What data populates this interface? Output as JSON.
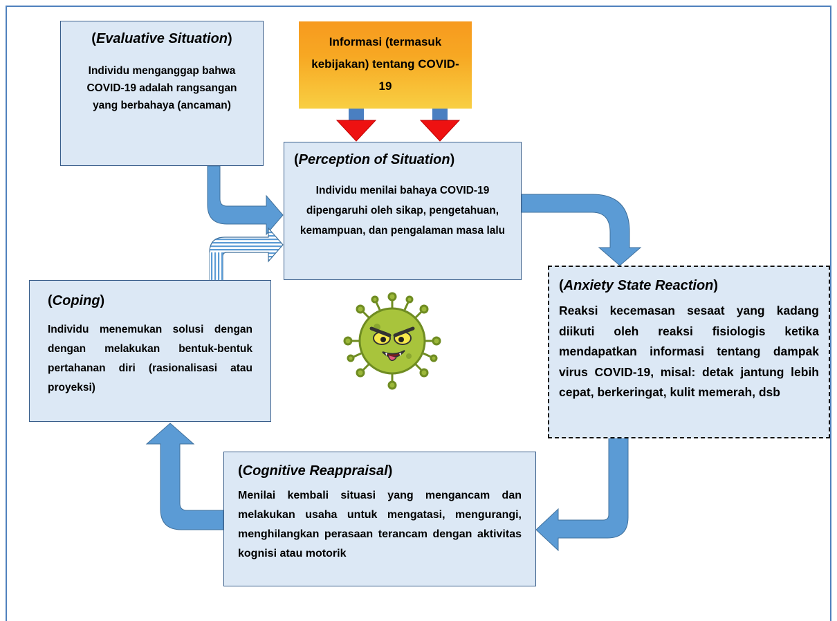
{
  "evaluative": {
    "open": "(",
    "title": "Evaluative Situation",
    "close": ")",
    "body": "Individu menganggap bahwa COVID-19 adalah rangsangan yang berbahaya (ancaman)"
  },
  "information": {
    "body": "Informasi (termasuk kebijakan) tentang COVID-19"
  },
  "perception": {
    "open": "(",
    "title": "Perception of Situation",
    "close": ")",
    "body": "Individu menilai bahaya COVID-19 dipengaruhi oleh sikap, pengetahuan, kemampuan, dan pengalaman masa lalu"
  },
  "anxiety": {
    "open": "(",
    "title": "Anxiety State Reaction",
    "close": ")",
    "body": "Reaksi kecemasan sesaat yang kadang diikuti oleh reaksi fisiologis ketika mendapatkan informasi tentang dampak virus COVID-19, misal: detak jantung lebih cepat, berkeringat, kulit memerah, dsb"
  },
  "coping": {
    "open": "(",
    "title": "Coping",
    "close": ")",
    "body": "Individu menemukan solusi dengan dengan melakukan bentuk-bentuk pertahanan diri (rasionalisasi atau proyeksi)"
  },
  "cognitive": {
    "open": "(",
    "title": "Cognitive Reappraisal",
    "close": ")",
    "body": "Menilai kembali situasi yang mengancam dan melakukan usaha untuk mengatasi, mengurangi, menghilangkan perasaan terancam dengan aktivitas kognisi atau motorik"
  },
  "colors": {
    "box_fill": "#dce8f5",
    "arrow_blue": "#5b9bd5",
    "arrow_red": "#ee1111",
    "info_gradient_top": "#f79a1f",
    "info_gradient_bottom": "#f8cf43",
    "virus_green": "#9cb83a"
  },
  "icons": [
    "virus-illustration",
    "down-arrow-red",
    "curved-arrow-blue",
    "striped-arrow-blue"
  ]
}
